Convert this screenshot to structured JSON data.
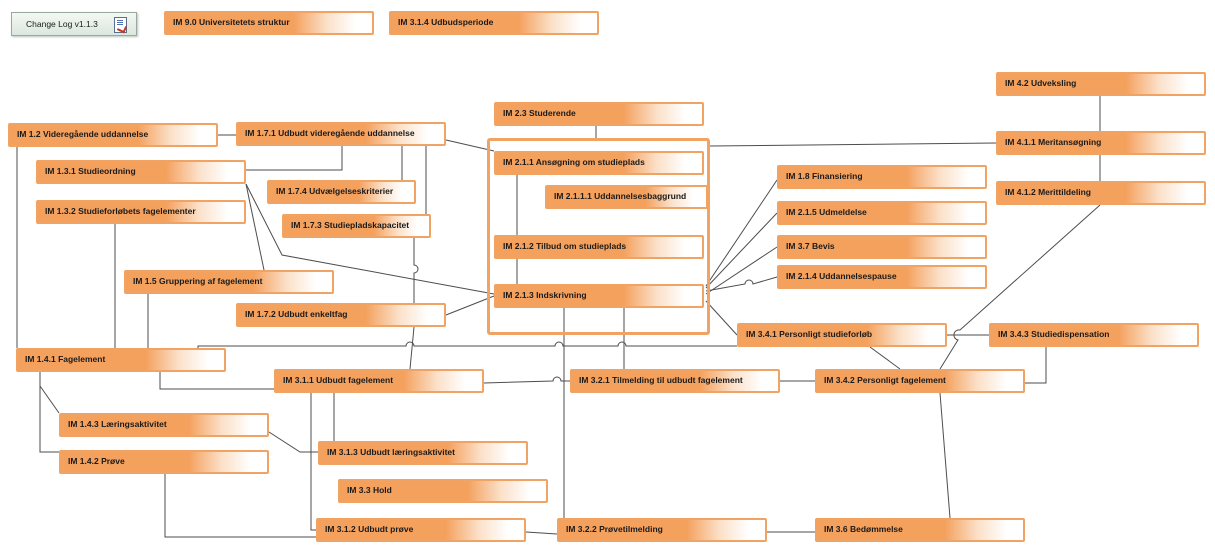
{
  "changelog": {
    "label": "Change Log v1.1.3",
    "icon": "document-edit-icon"
  },
  "nodes": [
    {
      "id": "n90",
      "label": "IM 9.0 Universitetets struktur"
    },
    {
      "id": "n314",
      "label": "IM 3.1.4 Udbudsperiode"
    },
    {
      "id": "n42",
      "label": "IM 4.2 Udveksling"
    },
    {
      "id": "n23",
      "label": "IM 2.3 Studerende"
    },
    {
      "id": "n12",
      "label": "IM 1.2 Videregående uddannelse"
    },
    {
      "id": "n171",
      "label": "IM 1.7.1 Udbudt videregående uddannelse"
    },
    {
      "id": "n411",
      "label": "IM 4.1.1 Meritansøgning"
    },
    {
      "id": "n211",
      "label": "IM 2.1.1  Ansøgning om studieplads"
    },
    {
      "id": "n131",
      "label": "IM 1.3.1 Studieordning"
    },
    {
      "id": "n18",
      "label": "IM 1.8 Finansiering"
    },
    {
      "id": "n174",
      "label": "IM 1.7.4 Udvælgelseskriterier"
    },
    {
      "id": "n2111",
      "label": "IM 2.1.1.1 Uddannelsesbaggrund"
    },
    {
      "id": "n412",
      "label": "IM 4.1.2 Merittildeling"
    },
    {
      "id": "n132",
      "label": "IM 1.3.2 Studieforløbets fagelementer"
    },
    {
      "id": "n215",
      "label": "IM 2.1.5 Udmeldelse"
    },
    {
      "id": "n173",
      "label": "IM 1.7.3 Studiepladskapacitet"
    },
    {
      "id": "n212",
      "label": "IM 2.1.2 Tilbud om studieplads"
    },
    {
      "id": "n37",
      "label": "IM 3.7 Bevis"
    },
    {
      "id": "n214",
      "label": "IM 2.1.4 Uddannelsespause"
    },
    {
      "id": "n15",
      "label": "IM 1.5 Gruppering af fagelement"
    },
    {
      "id": "n213",
      "label": "IM 2.1.3 Indskrivning"
    },
    {
      "id": "n172",
      "label": "IM 1.7.2 Udbudt enkeltfag"
    },
    {
      "id": "n341",
      "label": "IM 3.4.1 Personligt studieforløb"
    },
    {
      "id": "n343",
      "label": "IM 3.4.3 Studiedispensation"
    },
    {
      "id": "n141",
      "label": "IM 1.4.1 Fagelement"
    },
    {
      "id": "n311",
      "label": "IM 3.1.1 Udbudt fagelement"
    },
    {
      "id": "n321",
      "label": "IM 3.2.1 Tilmelding til udbudt fagelement"
    },
    {
      "id": "n342",
      "label": "IM 3.4.2 Personligt fagelement"
    },
    {
      "id": "n143",
      "label": "IM 1.4.3 Læringsaktivitet"
    },
    {
      "id": "n313",
      "label": "IM 3.1.3 Udbudt læringsaktivitet"
    },
    {
      "id": "n142",
      "label": "IM 1.4.2 Prøve"
    },
    {
      "id": "n33",
      "label": "IM 3.3 Hold"
    },
    {
      "id": "n312",
      "label": "IM 3.1.2 Udbudt prøve"
    },
    {
      "id": "n322",
      "label": "IM 3.2.2 Prøvetilmelding"
    },
    {
      "id": "n36",
      "label": "IM 3.6 Bedømmelse"
    }
  ],
  "colors": {
    "node_fill": "#f4a15e",
    "node_border": "#f0a362",
    "connector": "#4d4d4d"
  }
}
